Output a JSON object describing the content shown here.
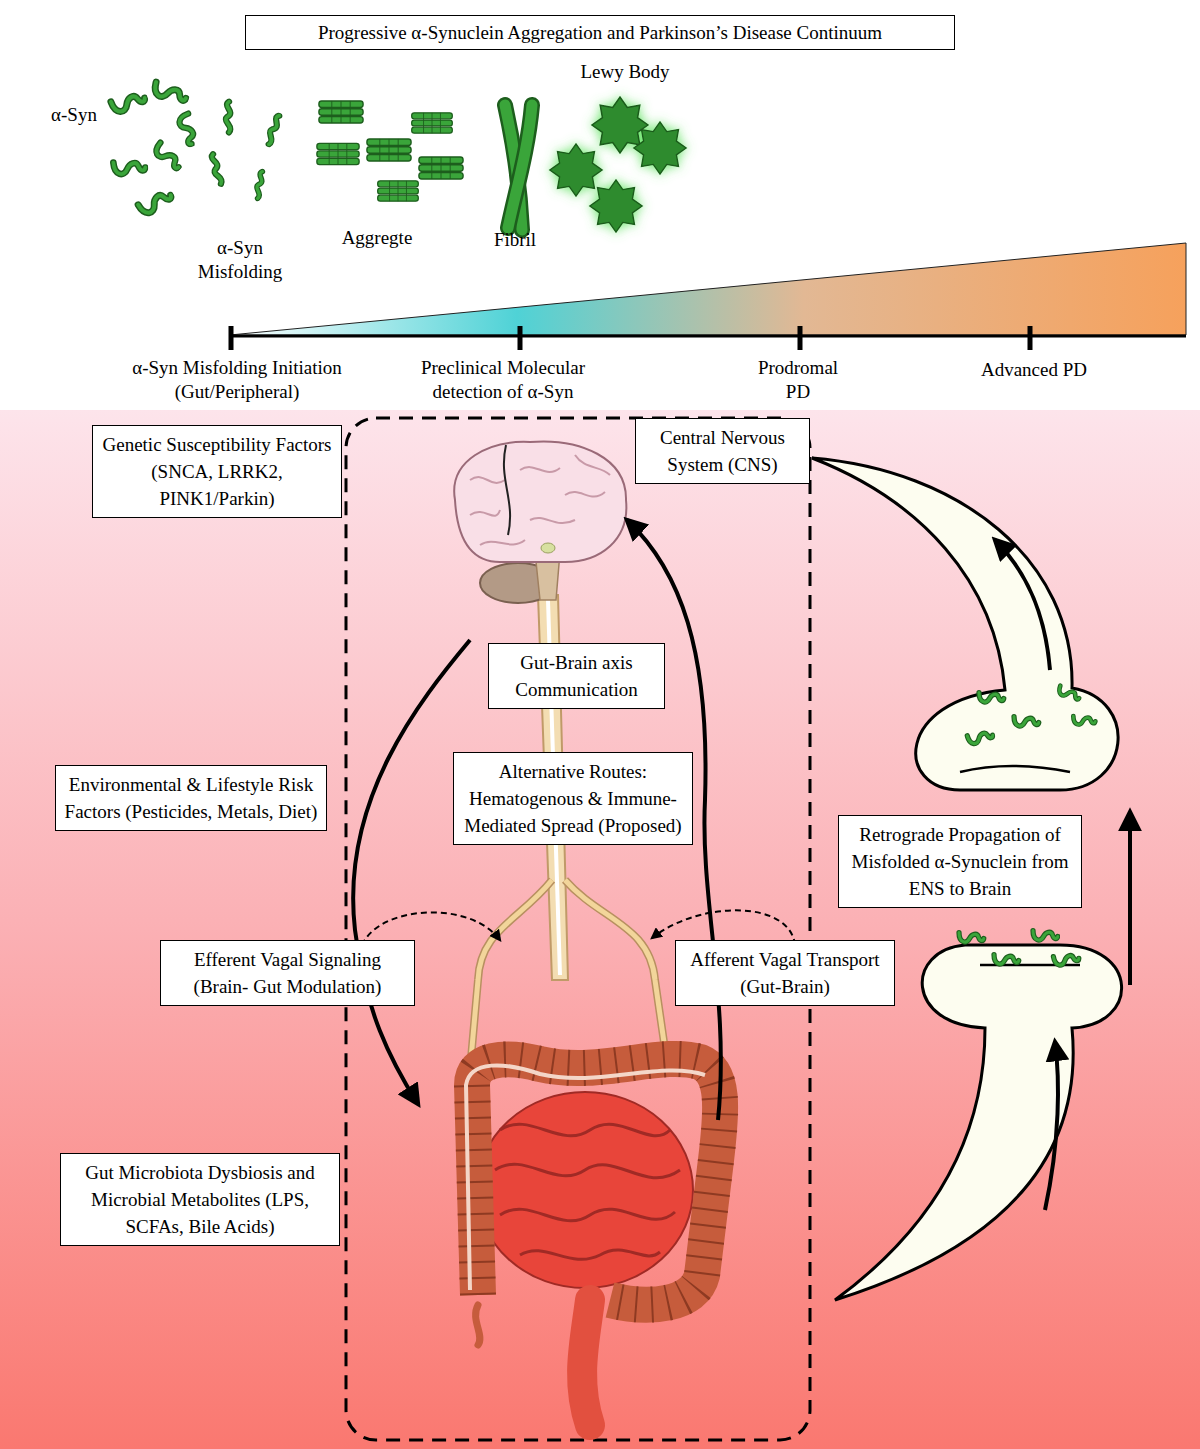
{
  "diagram": {
    "title": "Progressive α-Synuclein Aggregation and Parkinson’s Disease Continuum",
    "nodes": [
      {
        "text": [
          "Genetic Susceptibility Factors (SNCA, LRRK2, PINK1/Parkin)"
        ]
      },
      {
        "text": [
          "Central Nervous System (CNS)"
        ]
      },
      {
        "text": [
          "Gut-Brain axis Communication"
        ]
      },
      {
        "text": [
          "Alternative Routes: Hematogenous & Immune-Mediated Spread (Proposed)"
        ]
      },
      {
        "text": [
          "Environmental & Lifestyle Risk Factors (Pesticides, Metals, Diet)"
        ]
      },
      {
        "text": [
          "Retrograde Propagation of Misfolded α-Synuclein from ENS to Brain"
        ]
      },
      {
        "text": [
          "Efferent Vagal Signaling (Brain- Gut Modulation)"
        ]
      },
      {
        "text": [
          "Afferent Vagal Transport (Gut-Brain)"
        ]
      },
      {
        "text": [
          "Gut Microbiota Dysbiosis and Microbial Metabolites (LPS, SCFAs, Bile Acids)"
        ]
      }
    ],
    "labels": [
      "Lewy Body",
      "α-Syn",
      "α-Syn Misfolding",
      "Aggregte",
      "Fibril",
      "α-Syn Misfolding Initiation (Gut/Peripheral)",
      "Preclinical Molecular detection of α-Syn",
      "Prodromal PD",
      "Advanced PD"
    ]
  }
}
